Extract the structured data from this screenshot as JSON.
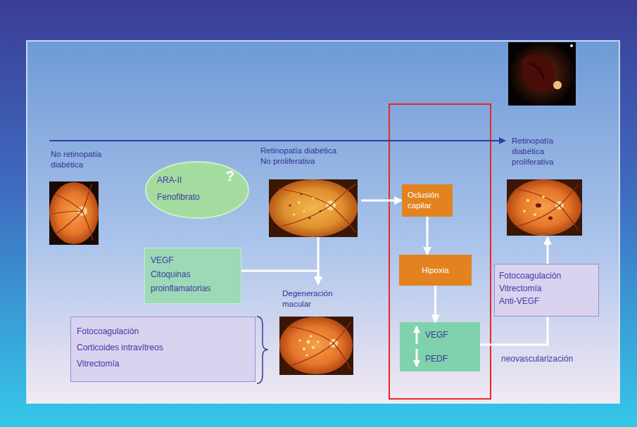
{
  "diagram": {
    "nodes": [
      {
        "text": [
          "No retinopatía diabética"
        ]
      },
      {
        "text": [
          "ARA-II",
          "Fenofibrato",
          "?"
        ]
      },
      {
        "text": [
          "Retinopatía diabética No proliferativa"
        ]
      },
      {
        "text": [
          "Retinopatía diabética proliferativa"
        ]
      },
      {
        "text": [
          "Oclusión capilar"
        ]
      },
      {
        "text": [
          "Hipoxia"
        ]
      },
      {
        "text": [
          "VEGF",
          "Citoquinas proinflamatorias"
        ]
      },
      {
        "text": [
          "Degeneración macular"
        ]
      },
      {
        "text": [
          "Fotocoagulación",
          "Vitrectomía",
          "Anti-VEGF"
        ]
      },
      {
        "text": [
          "VEGF",
          "PEDF"
        ]
      },
      {
        "text": [
          "Fotocoagulación",
          "Corticoides intravítreos",
          "Vitrectomía"
        ]
      }
    ],
    "edges": [
      {
        "from": 0,
        "to": 3,
        "arrow": "to"
      },
      {
        "from": 2,
        "to": 4,
        "arrow": "to"
      },
      {
        "from": 2,
        "to": 7,
        "arrow": "to"
      },
      {
        "from": 6,
        "to": 7,
        "arrow": "to"
      },
      {
        "from": 4,
        "to": 5,
        "arrow": "to"
      },
      {
        "from": 5,
        "to": 9,
        "arrow": "to"
      },
      {
        "from": 9,
        "to": 3,
        "arrow": "to",
        "label": "neovascularización"
      }
    ]
  }
}
